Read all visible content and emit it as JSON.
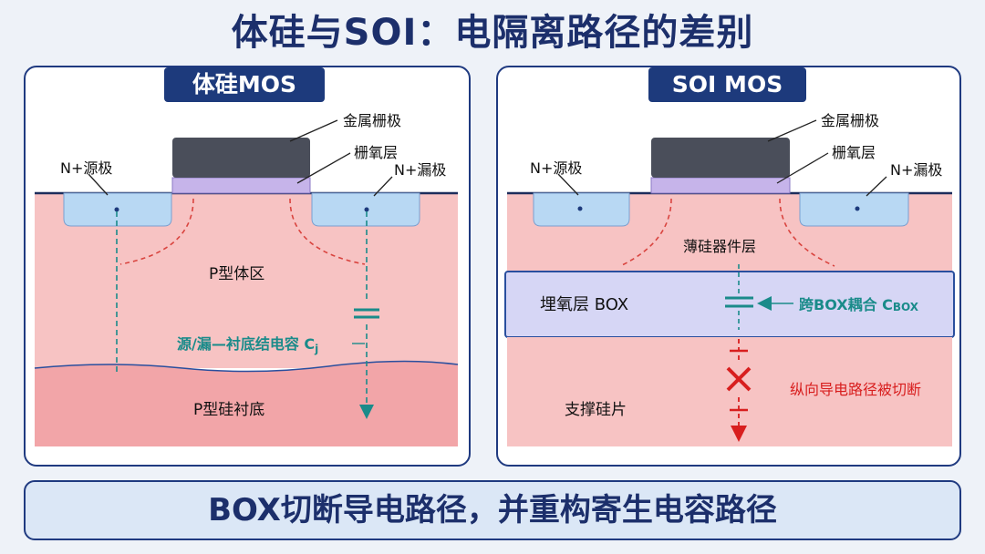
{
  "title": "体硅与SOI：电隔离路径的差别",
  "left_panel": {
    "tag": "体硅MOS",
    "metal_gate": "金属栅极",
    "gate_oxide": "栅氧层",
    "source": "N+源极",
    "drain": "N+漏极",
    "body_region": "P型体区",
    "junction_cap_prefix": "源/漏—衬底结电容 C",
    "junction_cap_sub": "j",
    "substrate": "P型硅衬底"
  },
  "right_panel": {
    "tag": "SOI MOS",
    "metal_gate": "金属栅极",
    "gate_oxide": "栅氧层",
    "source": "N+源极",
    "drain": "N+漏极",
    "thin_silicon": "薄硅器件层",
    "box": "埋氧层 BOX",
    "coupling_prefix": "跨BOX耦合 C",
    "coupling_sub": "BOX",
    "handle": "支撑硅片",
    "cut_path": "纵向导电路径被切断"
  },
  "bottom_banner": "BOX切断导电路径，并重构寄生电容路径",
  "colors": {
    "navy": "#1d3a7c",
    "silicon": "#f7c3c3",
    "substrate": "#f2a5a8",
    "n_region": "#b8d8f3",
    "oxide": "#c6b4ea",
    "gate": "#4a4e5a",
    "box": "#d6d6f5",
    "teal": "#1a8b8a",
    "red": "#d81e1e"
  }
}
